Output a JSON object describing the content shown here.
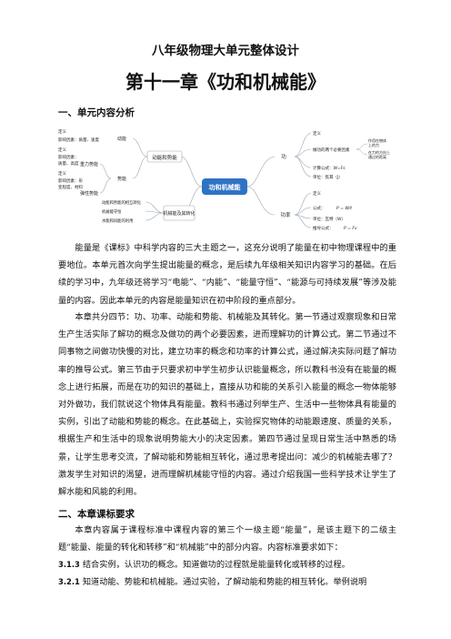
{
  "header": {
    "doc_title": "八年级物理大单元整体设计"
  },
  "chapter": {
    "title": "第十一章《功和机械能》"
  },
  "section1": {
    "heading": "一、单元内容分析"
  },
  "mindmap": {
    "center": "功和机械能",
    "left": {
      "energy_branch": "动能和势能",
      "kinetic": "动能",
      "potential": "势能",
      "gravitational": "重力势能",
      "elastic": "弹性势能",
      "kinetic_items": [
        "定义",
        "影响因素：质量、速度"
      ],
      "grav_items": [
        "定义",
        "影响因素：",
        "质量、高度"
      ],
      "elastic_items": [
        "定义",
        "影响因素：形",
        "变程度、材料"
      ],
      "mech_branch": "机械能及其转化",
      "mech_items": [
        "动能和势能的相互转化",
        "机械能守恒",
        "水能和风能的利用"
      ]
    },
    "right": {
      "work": "功",
      "work_items": [
        "定义",
        "做功的两个必要因素",
        "计算公式：W=Fs",
        "单位：焦耳（J）"
      ],
      "work_factors": [
        "作用在物体",
        "上的力",
        "在力的方向上",
        "通过的距离"
      ],
      "power": "功率",
      "power_items": [
        "定义",
        "公式：",
        "单位：瓦特（W）",
        "推导公式："
      ],
      "power_formula": "P = W/t",
      "power_derived": "P = Fv"
    }
  },
  "paragraphs": {
    "p1": "能量是《课标》中科学内容的三大主题之一，这充分说明了能量在初中物理课程中的重要地位。本单元首次向学生提出能量的概念，是后续九年级相关知识内容学习的基础。在后续的学习中，九年级还将学习“电能”、“内能”、“能量守恒”、“能源与可持续发展”等涉及能量的内容。因此本单元的内容是能量知识在初中阶段的重点部分。",
    "p2": "本章共分四节：功、功率、动能和势能、机械能及其转化。第一节通过观察现象和日常生产生活实际了解功的概念及做功的两个必要因素，进而理解功的计算公式。第二节通过不同事物之间做功快慢的对比，建立功率的概念和功率的计算公式，通过解决实际问题了解功率的推导公式。第三节由于只要求初中学生初步认识能量概念，所以教科书没有在能量的概念上进行拓展，而是在功的知识的基础上，直接从功和能的关系引入能量的概念一物体能够对外做功，我们就说这个物体具有能量。教科书通过列举生产、生活中一些物体具有能量的实例，引出了动能和势能的概念。在此基础上，实验探究物体的动能跟速度、质量的关系，根据生产和生活中的现象说明势能大小的决定因素。第四节通过呈现日常生活中熟悉的场景，让学生思考交流，了解动能和势能相互转化，通过思考提出问：减少的机械能去哪了？激发学生对知识的渴望，进而理解机械能守恒的内容。通过介绍我国一些科学技术让学生了解水能和风能的利用。"
  },
  "section2": {
    "heading": "二、本章课标要求",
    "intro": "本章内容属于课程标准中课程内容的第三个一级主题“能量”，是该主题下的二级主题“能量、能量的转化和转移”和“机械能”中的部分内容。内容标准要求如下：",
    "items": [
      {
        "code": "3.1.3",
        "text": "结合实例，认识功的概念。知道做功的过程就是能量转化或转移的过程。"
      },
      {
        "code": "3.2.1",
        "text": "知道动能、势能和机械能。通过实验，了解动能和势能的相互转化。举例说明"
      }
    ]
  }
}
